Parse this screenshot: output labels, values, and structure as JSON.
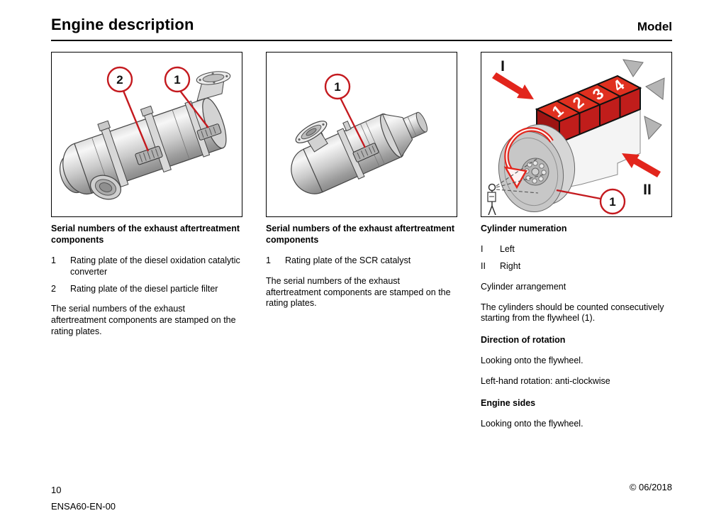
{
  "header": {
    "title": "Engine description",
    "section": "Model"
  },
  "footer": {
    "page_number": "10",
    "doc_code": "ENSA60-EN-00",
    "date": "© 06/2018"
  },
  "colors": {
    "callout_red": "#c41a1f",
    "arrow_red": "#e2251c",
    "cylinder_red": "#e0301f"
  },
  "figures": {
    "fig1": {
      "callout_1": "1",
      "callout_2": "2",
      "title": "Serial numbers of the exhaust aftertreatment components",
      "items": [
        {
          "key": "1",
          "text": "Rating plate of the diesel oxidation catalytic converter"
        },
        {
          "key": "2",
          "text": "Rating plate of the diesel particle filter"
        }
      ],
      "note": "The serial numbers of the exhaust aftertreatment components are stamped on the rating plates."
    },
    "fig2": {
      "callout_1": "1",
      "title": "Serial numbers of the exhaust aftertreatment components",
      "items": [
        {
          "key": "1",
          "text": "Rating plate of the SCR catalyst"
        }
      ],
      "note": "The serial numbers of the exhaust aftertreatment components are stamped on the rating plates."
    },
    "fig3": {
      "callout_1": "1",
      "view_left": "I",
      "view_right": "II",
      "cylinders": [
        "1",
        "2",
        "3",
        "4"
      ],
      "title": "Cylinder numeration",
      "items": [
        {
          "key": "I",
          "text": "Left"
        },
        {
          "key": "II",
          "text": "Right"
        }
      ],
      "arrangement_title": "Cylinder arrangement",
      "arrangement_text": "The cylinders should be counted consecutively starting from the flywheel (1).",
      "rotation_title": "Direction of rotation",
      "rotation_text_1": "Looking onto the flywheel.",
      "rotation_text_2": "Left-hand rotation: anti-clockwise",
      "sides_title": "Engine sides",
      "sides_text": "Looking onto the flywheel."
    }
  }
}
